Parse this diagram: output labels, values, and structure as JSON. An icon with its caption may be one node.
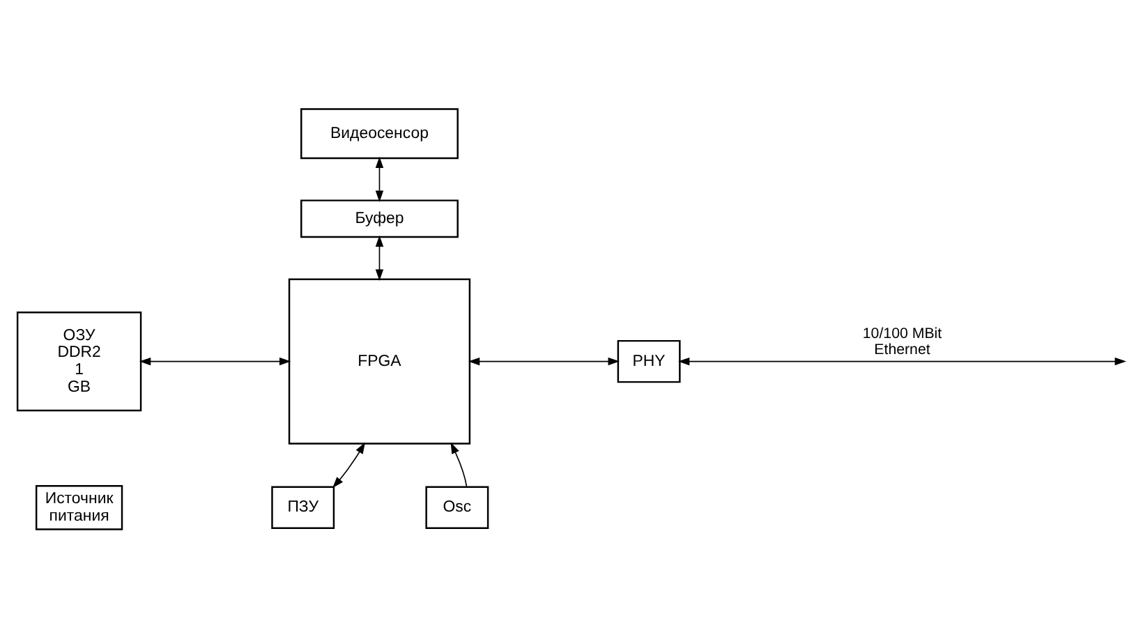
{
  "diagram": {
    "nodes": [
      {
        "text": [
          "Видеосенсор"
        ]
      },
      {
        "text": [
          "Буфер"
        ]
      },
      {
        "text": [
          "FPGA"
        ]
      },
      {
        "text": [
          "ОЗУ DDR2 1 GB"
        ]
      },
      {
        "text": [
          "PHY"
        ]
      },
      {
        "text": [
          "Источник питания"
        ]
      },
      {
        "text": [
          "Osc"
        ]
      },
      {
        "text": [
          "ПЗУ"
        ]
      }
    ],
    "edges": [
      {
        "from": 0,
        "to": 1,
        "arrow": "both"
      },
      {
        "from": 1,
        "to": 2,
        "arrow": "both"
      },
      {
        "from": 3,
        "to": 2,
        "arrow": "both"
      },
      {
        "from": 2,
        "to": 4,
        "arrow": "both"
      },
      {
        "from": 4,
        "to": null,
        "arrow": "both",
        "label": "10/100 MBit Ethernet"
      },
      {
        "from": 6,
        "to": 2,
        "arrow": "to"
      },
      {
        "from": 7,
        "to": 2,
        "arrow": "both"
      }
    ]
  }
}
